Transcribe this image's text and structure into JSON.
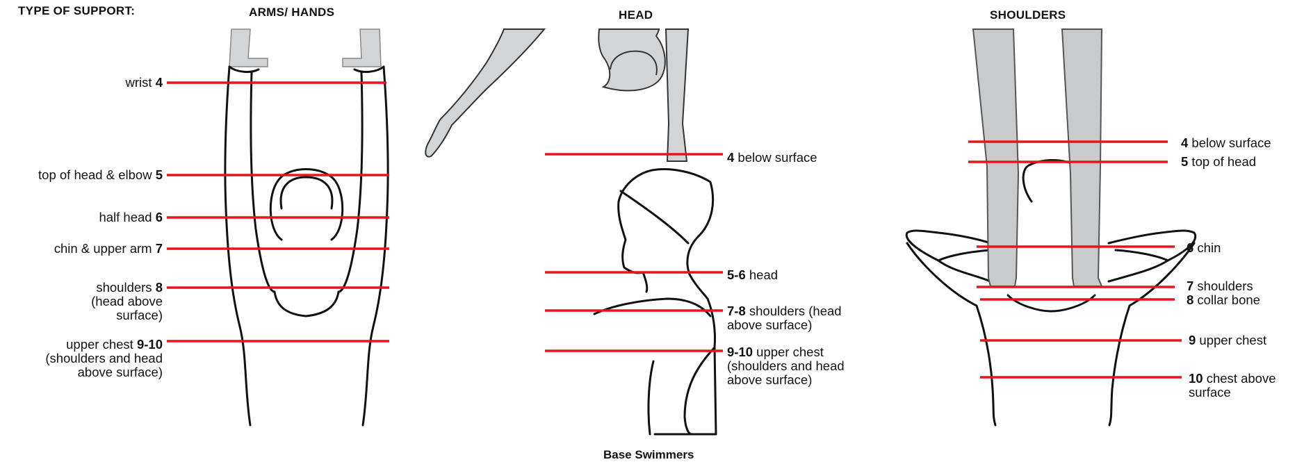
{
  "header": {
    "type_of_support": "TYPE OF SUPPORT:",
    "arms_hands": "ARMS/ HANDS",
    "head": "HEAD",
    "shoulders": "SHOULDERS"
  },
  "arms_panel": {
    "labels": [
      {
        "text": "wrist",
        "num": "4"
      },
      {
        "text": "top of head & elbow",
        "num": "5"
      },
      {
        "text": "half head",
        "num": "6"
      },
      {
        "text": "chin & upper arm",
        "num": "7"
      },
      {
        "text": "shoulders",
        "num": "8",
        "lines": [
          "(head above",
          "surface)"
        ]
      },
      {
        "text": "upper chest",
        "num": "9-10",
        "lines": [
          "(shoulders and head",
          "above surface)"
        ]
      }
    ]
  },
  "head_panel": {
    "labels": [
      {
        "num": "4",
        "text": " below surface"
      },
      {
        "num": "5-6",
        "text": " head"
      },
      {
        "num": "7-8",
        "text": " shoulders (head",
        "lines": [
          "above surface)"
        ]
      },
      {
        "num": "9-10",
        "text": " upper chest",
        "lines": [
          "(shoulders and head",
          "above surface)"
        ]
      }
    ]
  },
  "shoulders_panel": {
    "labels": [
      {
        "num": "4",
        "text": " below surface"
      },
      {
        "num": "5",
        "text": " top of head"
      },
      {
        "num": "6",
        "text": " chin"
      },
      {
        "num": "7",
        "text": " shoulders"
      },
      {
        "num": "8",
        "text": " collar bone"
      },
      {
        "num": "9",
        "text": " upper chest"
      },
      {
        "num": "10",
        "text": " chest above",
        "lines": [
          "surface"
        ]
      }
    ]
  },
  "footer": {
    "caption": "Base Swimmers"
  },
  "colors": {
    "level_line": "#e8141b",
    "support_fill": "#d3d4d6",
    "outline": "#111111"
  }
}
